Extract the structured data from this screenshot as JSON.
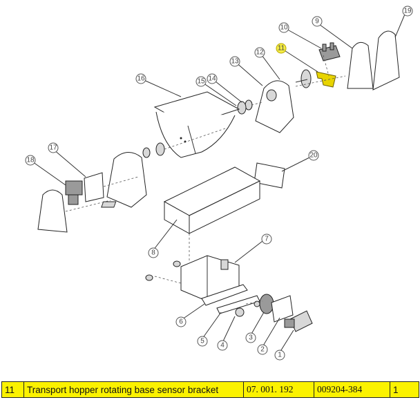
{
  "callouts": [
    {
      "id": "1",
      "highlight": false
    },
    {
      "id": "2",
      "highlight": false
    },
    {
      "id": "3",
      "highlight": false
    },
    {
      "id": "4",
      "highlight": false
    },
    {
      "id": "5",
      "highlight": false
    },
    {
      "id": "6",
      "highlight": false
    },
    {
      "id": "7",
      "highlight": false
    },
    {
      "id": "8",
      "highlight": false
    },
    {
      "id": "9",
      "highlight": false
    },
    {
      "id": "10",
      "highlight": false
    },
    {
      "id": "11",
      "highlight": true
    },
    {
      "id": "12",
      "highlight": false
    },
    {
      "id": "13",
      "highlight": false
    },
    {
      "id": "14",
      "highlight": false
    },
    {
      "id": "15",
      "highlight": false
    },
    {
      "id": "16",
      "highlight": false
    },
    {
      "id": "17",
      "highlight": false
    },
    {
      "id": "18",
      "highlight": false
    },
    {
      "id": "19",
      "highlight": false
    },
    {
      "id": "20",
      "highlight": false
    }
  ],
  "highlight_color": "#f4ec45",
  "table_color": "#fbf200",
  "part_row": {
    "item_no": "11",
    "description": "Transport hopper rotating base sensor bracket",
    "part_code": "07. 001. 192",
    "drawing_no": "009204-384",
    "quantity": "1"
  }
}
